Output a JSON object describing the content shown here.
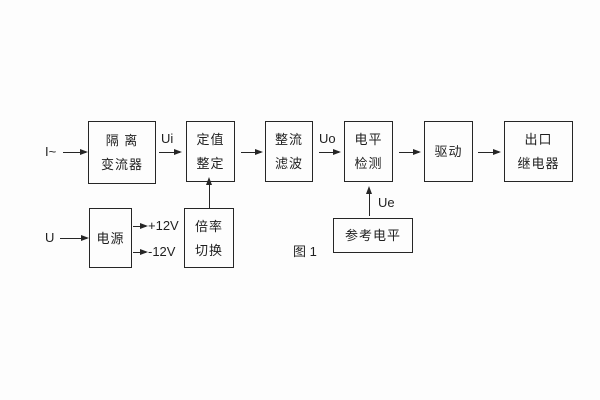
{
  "diagram": {
    "caption": "图 1",
    "blocks": {
      "isolation_converter": {
        "line1": "隔 离",
        "line2": "变流器"
      },
      "setpoint_adjust": {
        "line1": "定值",
        "line2": "整定"
      },
      "rectifier_filter": {
        "line1": "整流",
        "line2": "滤波"
      },
      "level_detector": {
        "line1": "电平",
        "line2": "检测"
      },
      "driver": {
        "line1": "驱动"
      },
      "output_relay": {
        "line1": "出口",
        "line2": "继电器"
      },
      "power_supply": {
        "line1": "电源"
      },
      "ratio_switch": {
        "line1": "倍率",
        "line2": "切换"
      },
      "reference_level": {
        "line1": "参考电平"
      }
    },
    "labels": {
      "input_current": "I~",
      "ui": "Ui",
      "uo": "Uo",
      "ue": "Ue",
      "input_voltage": "U",
      "rail_pos": "+12V",
      "rail_neg": "-12V"
    },
    "colors": {
      "line": "#262626",
      "text": "#1f1f1f",
      "background": "#fdfdfd"
    }
  }
}
